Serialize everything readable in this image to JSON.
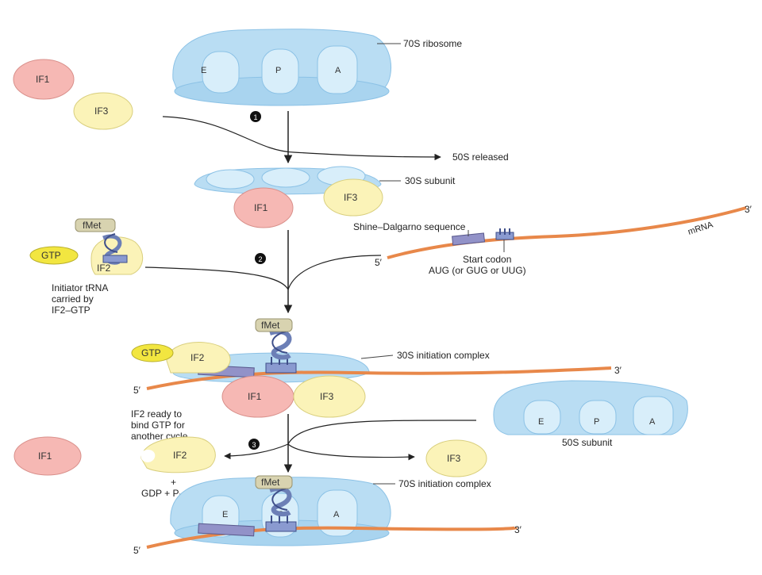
{
  "labels": {
    "ribosome_70s": "70S ribosome",
    "released_50s": "50S released",
    "subunit_30s": "30S subunit",
    "shine_dalgarno": "Shine–Dalgarno sequence",
    "mrna": "mRNA",
    "start_codon_1": "Start codon",
    "start_codon_2": "AUG (or GUG or UUG)",
    "initiator_1": "Initiator tRNA",
    "initiator_2": "carried by",
    "initiator_3": "IF2–GTP",
    "complex_30s": "30S initiation complex",
    "if2_ready_1": "IF2 ready to",
    "if2_ready_2": "bind GTP for",
    "if2_ready_3": "another cycle",
    "plus": "+",
    "gdp": "GDP + P",
    "gdp_sub": "i",
    "subunit_50s": "50S subunit",
    "complex_70s": "70S initiation complex"
  },
  "sites": {
    "e": "E",
    "p": "P",
    "a": "A"
  },
  "factors": {
    "if1": "IF1",
    "if2": "IF2",
    "if3": "IF3",
    "gtp": "GTP",
    "fmet": "fMet"
  },
  "steps": {
    "s1": "1",
    "s2": "2",
    "s3": "3"
  },
  "ends": {
    "five": "5′",
    "three": "3′"
  },
  "colors": {
    "ribosome_light": "#cfe8f6",
    "ribosome_mid": "#a9d4ef",
    "ribosome_edge": "#7ab8e0",
    "if1": "#f6b8b4",
    "if3": "#fbf3b8",
    "gtp": "#f2e640",
    "fmet": "#d8d3b0",
    "mrna": "#e8884a",
    "sd_box": "#9292c8",
    "trna": "#6c7fb6"
  }
}
